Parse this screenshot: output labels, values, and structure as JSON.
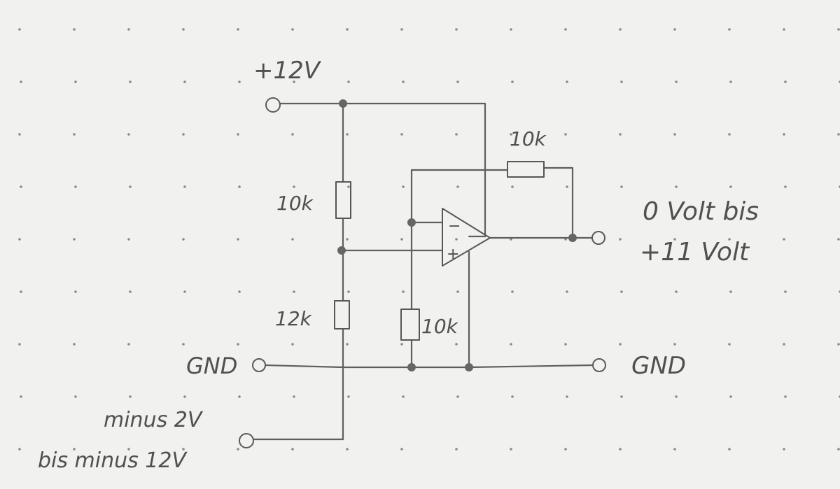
{
  "supply_label": "+12V",
  "labels": {
    "r_top": "10k",
    "r_bottom": "12k",
    "r_feedback": "10k",
    "r_ground": "10k"
  },
  "opamp": {
    "minus": "−",
    "plus": "+"
  },
  "gnd_left": "GND",
  "gnd_right": "GND",
  "output_line1": "0 Volt bis",
  "output_line2": "+11 Volt",
  "input_line1": "minus 2V",
  "input_line2": "bis minus 12V"
}
